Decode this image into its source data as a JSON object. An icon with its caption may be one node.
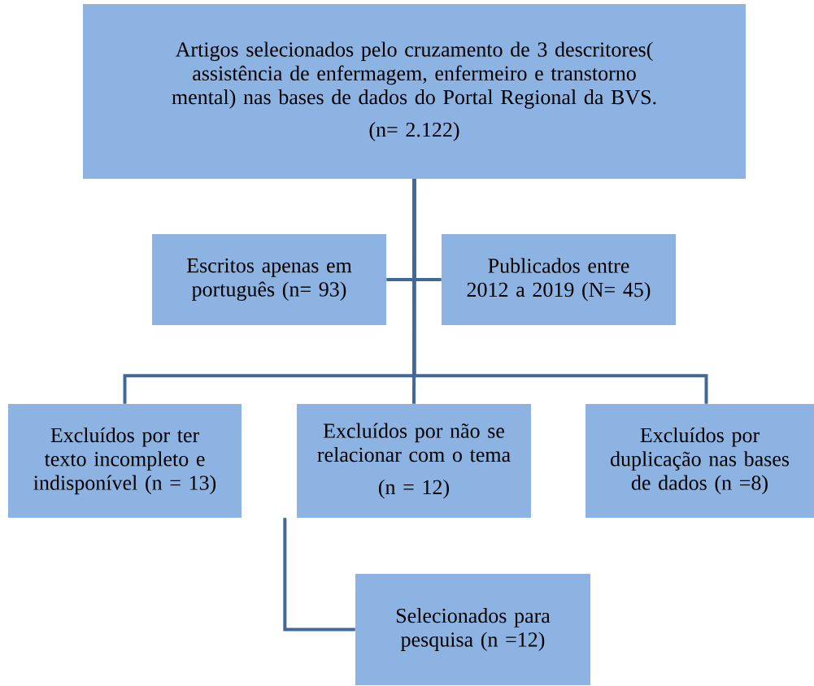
{
  "diagram": {
    "nodes": [
      {
        "text": [
          "Artigos selecionados pelo cruzamento de 3 descritores( assistência de enfermagem, enfermeiro e transtorno mental) nas bases de dados do Portal Regional da BVS.",
          "(n= 2.122)"
        ]
      },
      {
        "text": [
          "Escritos apenas em português (n= 93)"
        ]
      },
      {
        "text": [
          "Publicados entre 2012 a 2019 (N= 45)"
        ]
      },
      {
        "text": [
          "Excluídos por ter texto incompleto e indisponível (n = 13)"
        ]
      },
      {
        "text": [
          "Excluídos por não se relacionar com o tema",
          "(n = 12)"
        ]
      },
      {
        "text": [
          "Excluídos por duplicação nas bases de dados (n =8)"
        ]
      },
      {
        "text": [
          "Selecionados para pesquisa (n =12)"
        ]
      }
    ],
    "edges": [
      {
        "from": 0,
        "to": 1,
        "arrow": "none"
      },
      {
        "from": 0,
        "to": 2,
        "arrow": "none"
      },
      {
        "from": 0,
        "to": 3,
        "arrow": "none"
      },
      {
        "from": 0,
        "to": 4,
        "arrow": "none"
      },
      {
        "from": 0,
        "to": 5,
        "arrow": "none"
      },
      {
        "from": 4,
        "to": 6,
        "arrow": "none"
      }
    ]
  }
}
